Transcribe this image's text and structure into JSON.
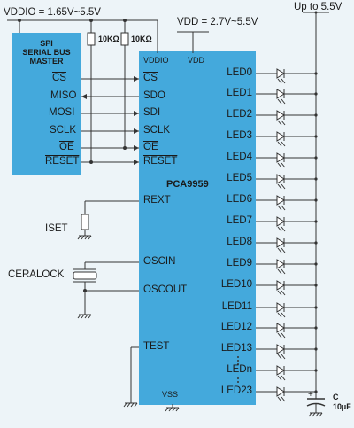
{
  "supplies": {
    "vddio": "VDDIO = 1.65V~5.5V",
    "vdd": "VDD = 2.7V~5.5V",
    "vled": "Up to 5.5V"
  },
  "resistors": {
    "r1": "10KΩ",
    "r2": "10KΩ"
  },
  "master": {
    "title_line1": "SPI",
    "title_line2": "SERIAL BUS",
    "title_line3": "MASTER",
    "pins": [
      "CS",
      "MISO",
      "MOSI",
      "SCLK",
      "OE",
      "RESET"
    ]
  },
  "chip": {
    "name": "PCA9959",
    "vddio_pin": "VDDIO",
    "vdd_pin": "VDD",
    "vss_pin": "VSS",
    "left_pins": [
      "CS",
      "SDO",
      "SDI",
      "SCLK",
      "OE",
      "RESET",
      "REXT",
      "OSCIN",
      "OSCOUT",
      "TEST"
    ],
    "led_pins": [
      "LED0",
      "LED1",
      "LED2",
      "LED3",
      "LED4",
      "LED5",
      "LED6",
      "LED7",
      "LED8",
      "LED9",
      "LED10",
      "LED11",
      "LED12",
      "LED13",
      "LEDn",
      "LED23"
    ]
  },
  "external": {
    "iset": "ISET",
    "ceralock": "CERALOCK"
  },
  "capacitor": {
    "name": "C",
    "value": "10µF",
    "polarity": "+"
  },
  "colors": {
    "chip_fill": "#44a9dc",
    "master_fill": "#44a9dc",
    "background": "#edf4f8",
    "wire": "#333333"
  }
}
